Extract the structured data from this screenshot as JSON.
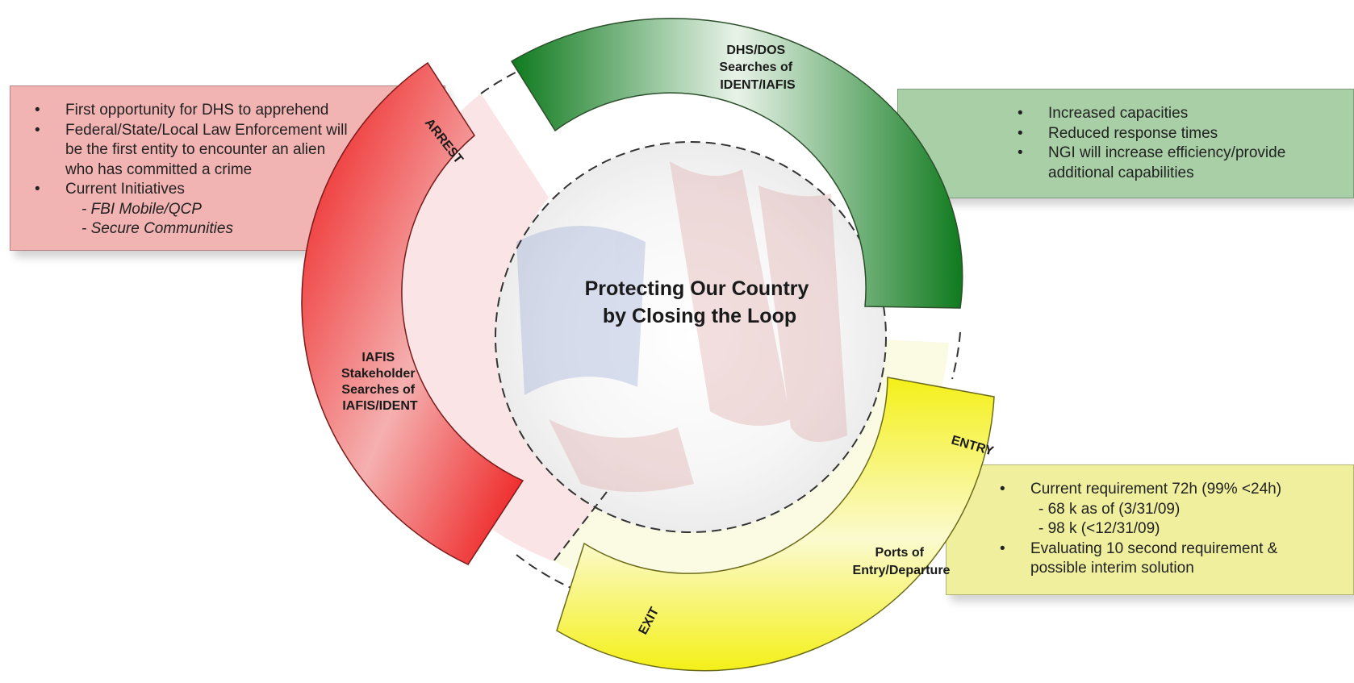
{
  "center": {
    "title_line1": "Protecting Our Country",
    "title_line2": "by Closing the Loop"
  },
  "segments": {
    "arrest_tag": "ARREST",
    "iafis_label": [
      "IAFIS",
      "Stakeholder",
      "Searches of",
      "IAFIS/IDENT"
    ],
    "dhs_label": [
      "DHS/DOS",
      "Searches of",
      "IDENT/IAFIS"
    ],
    "entry_tag": "ENTRY",
    "exit_tag": "EXIT",
    "ports_label": [
      "Ports of",
      "Entry/Departure"
    ]
  },
  "arrest_box": {
    "b1": "First opportunity for DHS to apprehend",
    "b2_l1": "Federal/State/Local Law Enforcement will",
    "b2_l2": "be the first entity to encounter an alien",
    "b2_l3": "who has committed a crime",
    "b3": "Current Initiatives",
    "s1": "- FBI Mobile/QCP",
    "s2": "- Secure Communities"
  },
  "dhs_box": {
    "b1": "Increased capacities",
    "b2": "Reduced response times",
    "b3_l1": "NGI will increase efficiency/provide",
    "b3_l2": "additional capabilities"
  },
  "ports_box": {
    "b1": "Current requirement 72h (99% <24h)",
    "s1": "- 68 k as of (3/31/09)",
    "s2": "- 98 k (<12/31/09)",
    "b2_l1": "Evaluating 10 second requirement &",
    "b2_l2": "possible interim solution"
  },
  "colors": {
    "red": "#ee1111",
    "green": "#0f7a1e",
    "yellow": "#f4f018",
    "red_box": "#f2b3b3",
    "green_box": "#a8cfa6",
    "yellow_box": "#efef9e"
  }
}
